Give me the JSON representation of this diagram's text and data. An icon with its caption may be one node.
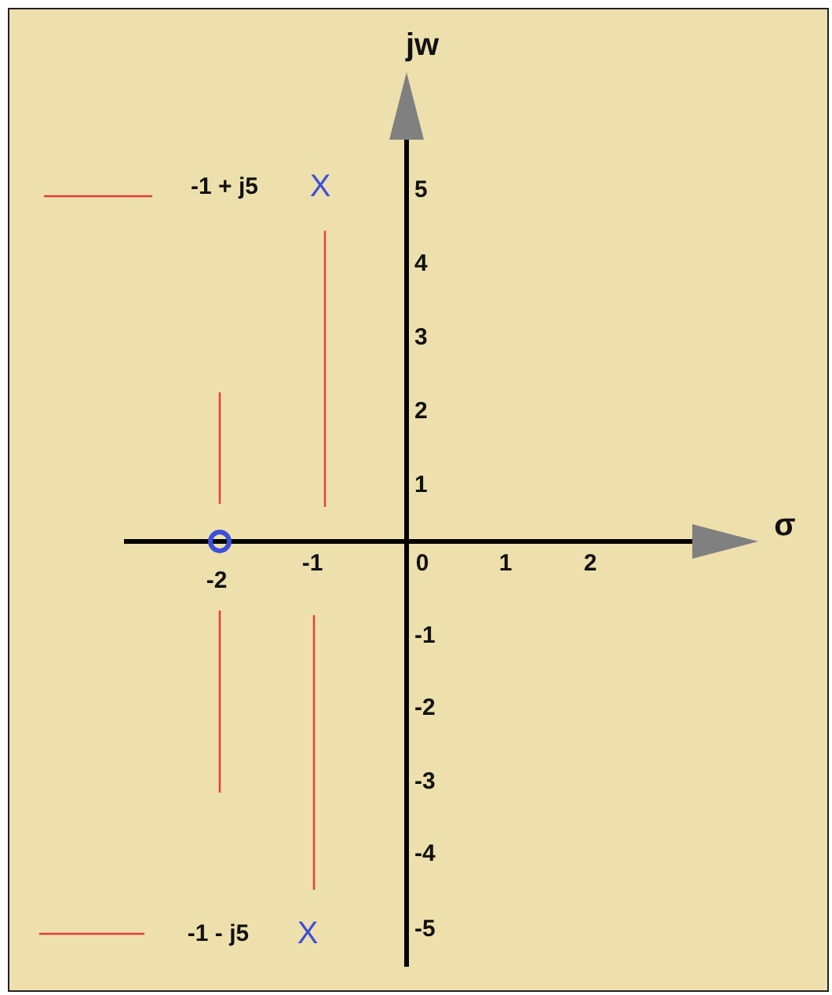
{
  "diagram": {
    "labels": [
      "jw",
      "-1 + j5",
      "X",
      "5",
      "4",
      "3",
      "2",
      "1",
      "σ",
      "-1",
      "0",
      "1",
      "2",
      "-2",
      "-1",
      "-2",
      "-3",
      "-4",
      "-1 - j5",
      "X",
      "-5"
    ]
  }
}
